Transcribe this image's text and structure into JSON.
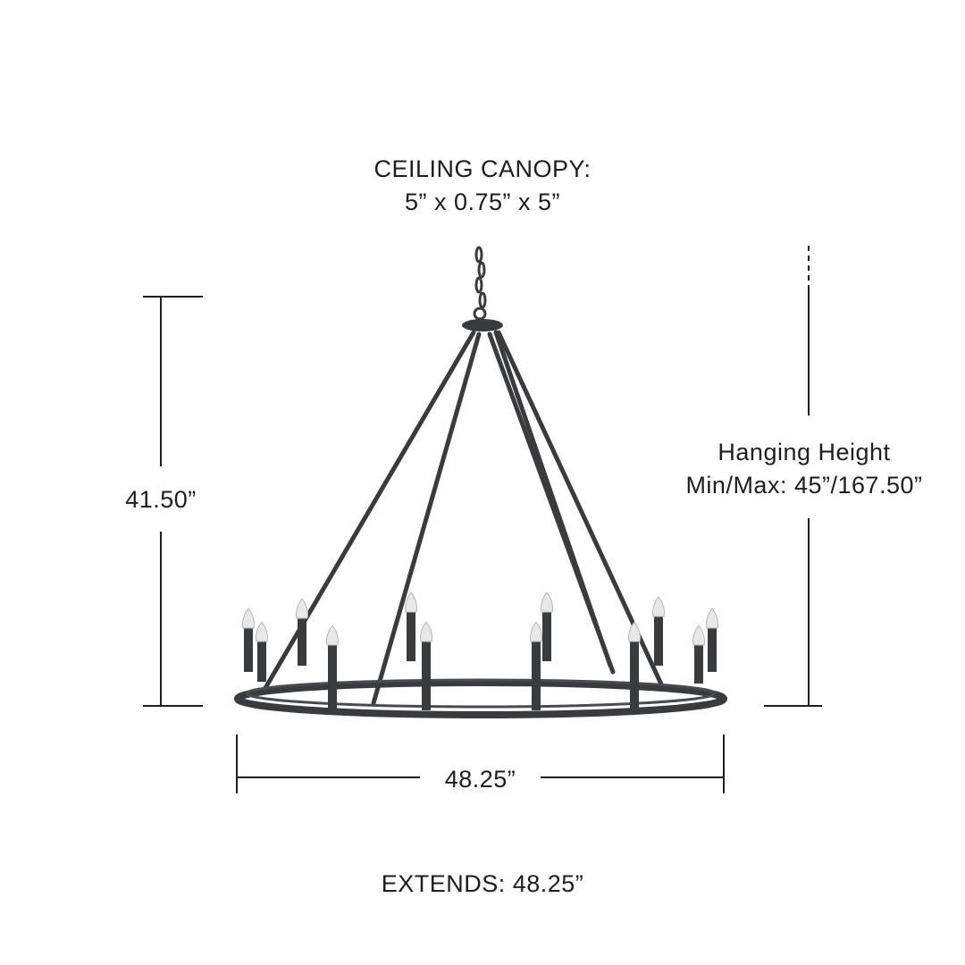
{
  "canopy": {
    "title": "CEILING CANOPY:",
    "dimensions": "5” x 0.75” x 5”"
  },
  "height_dimension": "41.50”",
  "hanging_height": {
    "title": "Hanging Height",
    "value": "Min/Max: 45”/167.50”"
  },
  "width_dimension": "48.25”",
  "extends": "EXTENDS: 48.25”",
  "colors": {
    "ink": "#1e1e1e",
    "metal": "#3a3b3d",
    "bulb": "#e8e8e8"
  }
}
